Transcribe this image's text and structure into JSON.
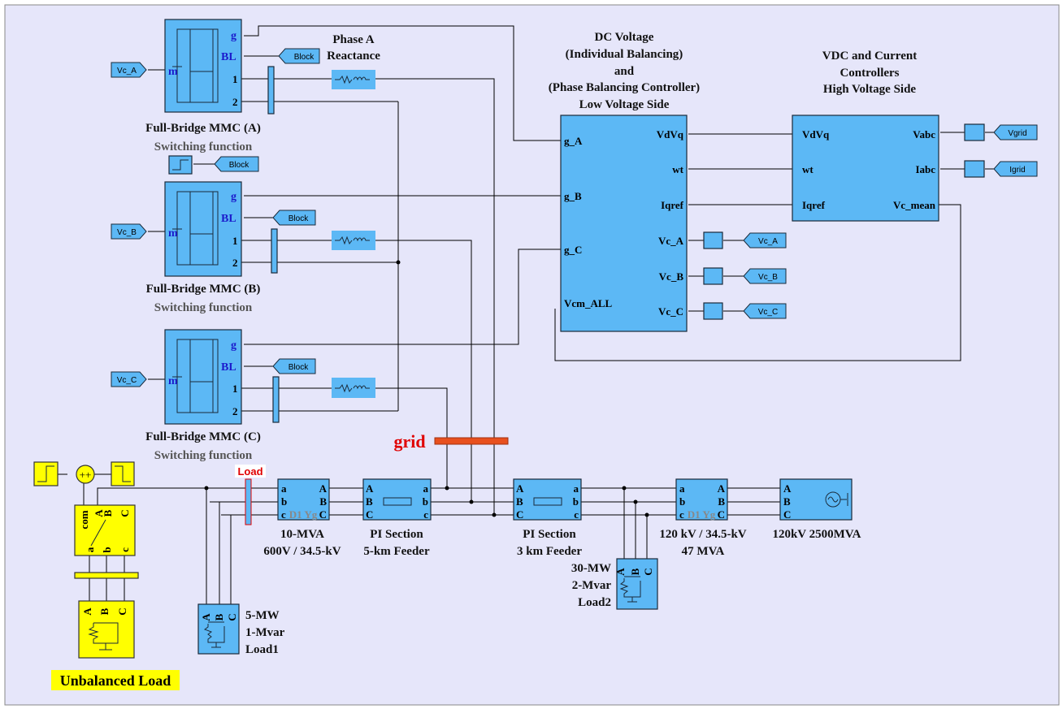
{
  "colors": {
    "background": "#e6e6fa",
    "block": "#5cb8f5",
    "load_block": "#ffff00",
    "grid_bus": "#e8501e",
    "grid_label": "#e00000"
  },
  "mmc": [
    {
      "title": "Full-Bridge MMC (A)",
      "subtitle": "Switching function",
      "port_g": "g",
      "port_bl": "BL",
      "port_1": "1",
      "port_2": "2",
      "port_m": "m",
      "vc_tag": "Vc_A",
      "block_tag": "Block"
    },
    {
      "title": "Full-Bridge MMC (B)",
      "subtitle": "Switching function",
      "port_g": "g",
      "port_bl": "BL",
      "port_1": "1",
      "port_2": "2",
      "port_m": "m",
      "vc_tag": "Vc_B",
      "block_tag": "Block"
    },
    {
      "title": "Full-Bridge MMC (C)",
      "subtitle": "Switching function",
      "port_g": "g",
      "port_bl": "BL",
      "port_1": "1",
      "port_2": "2",
      "port_m": "m",
      "vc_tag": "Vc_C",
      "block_tag": "Block"
    }
  ],
  "step_block_tag": "Block",
  "reactance": {
    "title1": "Phase A",
    "title2": "Reactance"
  },
  "dc_controller": {
    "title": [
      "DC Voltage",
      "(Individual Balancing)",
      "and",
      "(Phase Balancing Controller)",
      "Low Voltage Side"
    ],
    "in_ports": [
      "g_A",
      "g_B",
      "g_C",
      "Vcm_ALL"
    ],
    "out_ports": [
      "VdVq",
      "wt",
      "Iqref",
      "Vc_A",
      "Vc_B",
      "Vc_C"
    ],
    "from_tags": [
      "Vc_A",
      "Vc_B",
      "Vc_C"
    ]
  },
  "hv_controller": {
    "title": [
      "VDC and Current",
      "Controllers",
      "High Voltage Side"
    ],
    "left_ports": [
      "VdVq",
      "wt",
      "Iqref"
    ],
    "right_ports": [
      "Vabc",
      "Iabc",
      "Vc_mean"
    ],
    "from_tags": [
      "Vgrid",
      "Igrid"
    ]
  },
  "grid_label": "grid",
  "load_label": "Load",
  "transformer1": {
    "label1": "10-MVA",
    "label2": "600V / 34.5-kV",
    "left": [
      "a",
      "b",
      "c"
    ],
    "right": [
      "A",
      "B",
      "C"
    ],
    "wind": "D1  Yg"
  },
  "pi1": {
    "label1": "PI Section",
    "label2": "5-km Feeder",
    "left": [
      "A",
      "B",
      "C"
    ],
    "right": [
      "a",
      "b",
      "c"
    ]
  },
  "pi2": {
    "label1": "PI Section",
    "label2": "3 km Feeder",
    "left": [
      "A",
      "B",
      "C"
    ],
    "right": [
      "a",
      "b",
      "c"
    ]
  },
  "transformer2": {
    "label1": "120 kV / 34.5-kV",
    "label2": "47 MVA",
    "left": [
      "a",
      "b",
      "c"
    ],
    "right": [
      "A",
      "B",
      "C"
    ],
    "wind": "D1  Yg"
  },
  "source": {
    "label": "120kV 2500MVA",
    "ports": [
      "A",
      "B",
      "C"
    ]
  },
  "load1": {
    "lines": [
      "5-MW",
      "1-Mvar",
      "Load1"
    ],
    "ports": [
      "A",
      "B",
      "C"
    ]
  },
  "load2": {
    "lines": [
      "30-MW",
      "2-Mvar",
      "Load2"
    ],
    "ports": [
      "A",
      "B",
      "C"
    ]
  },
  "unbalanced": {
    "label": "Unbalanced Load",
    "sum_signs": "++",
    "switch_ports_top": [
      "com",
      "A",
      "B",
      "C"
    ],
    "switch_ports_bottom": [
      "a",
      "b",
      "c"
    ],
    "load_ports": [
      "A",
      "B",
      "C"
    ]
  }
}
